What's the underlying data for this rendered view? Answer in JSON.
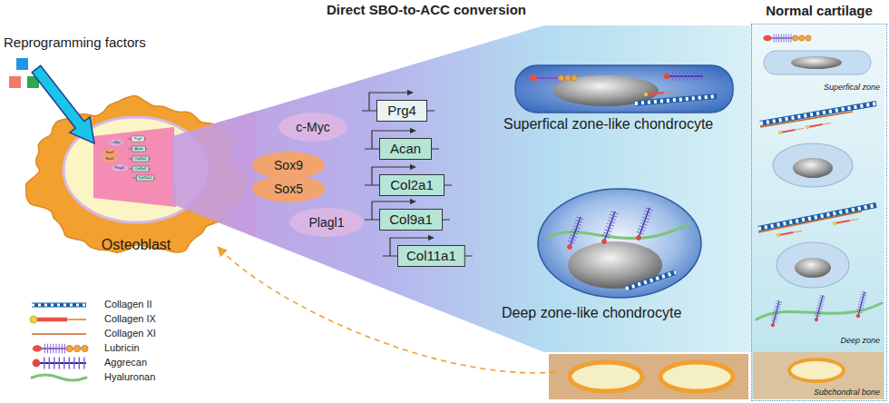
{
  "diagram": {
    "title": "Direct SBO-to-ACC conversion",
    "nodes": [
      {
        "text": [
          "Osteoblast"
        ]
      },
      {
        "text": [
          "c-Myc"
        ]
      },
      {
        "text": [
          "Sox9"
        ]
      },
      {
        "text": [
          "Sox5"
        ]
      },
      {
        "text": [
          "Plagl1"
        ]
      },
      {
        "text": [
          "Prg4"
        ]
      },
      {
        "text": [
          "Acan"
        ]
      },
      {
        "text": [
          "Col2a1"
        ]
      },
      {
        "text": [
          "Col9a1"
        ]
      },
      {
        "text": [
          "Col11a1"
        ]
      },
      {
        "text": [
          "Normal cartilage"
        ]
      },
      {
        "text": [
          "Subchondral bone"
        ],
        "in": 10
      }
    ],
    "labels": [
      "Reprogramming factors",
      "Superfical zone-like chondrocyte",
      "Deep zone-like chondrocyte",
      "Superfical zone",
      "Deep zone",
      "c-Myc",
      "Sox9",
      "Sox5",
      "Plagl1",
      "Prg4",
      "Acan",
      "Col2a1",
      "Col9a1",
      "Col11a1"
    ],
    "legend": [
      {
        "text": "Collagen II"
      },
      {
        "text": "Collagen IX"
      },
      {
        "text": "Collagen XI"
      },
      {
        "text": "Lubricin"
      },
      {
        "text": "Aggrecan"
      },
      {
        "text": "Hyaluronan"
      }
    ]
  }
}
